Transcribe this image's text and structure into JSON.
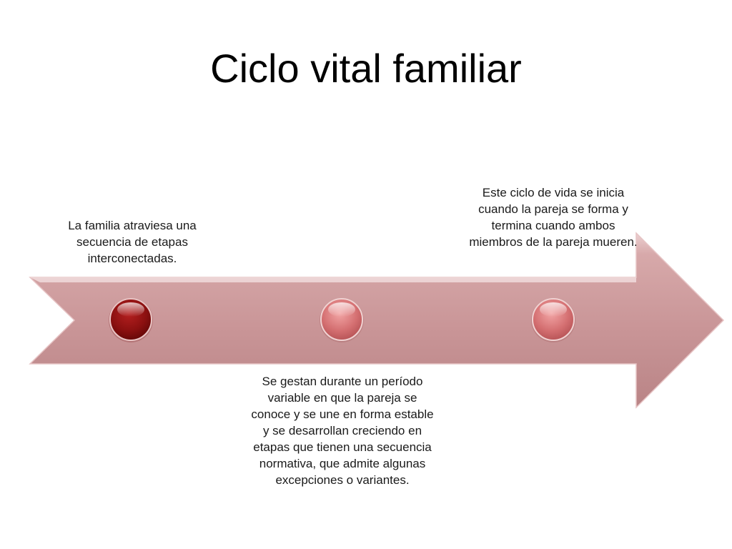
{
  "slide": {
    "title": "Ciclo vital familiar"
  },
  "diagram": {
    "type": "timeline-arrow",
    "colors": {
      "arrow_fill": "#c99597",
      "arrow_highlight": "#e8c4c5",
      "node_active": "#8b1010",
      "node_inactive": "#d46f71"
    },
    "nodes": [
      {
        "state": "active",
        "label": "La familia atraviesa una secuencia de etapas interconectadas.",
        "label_side": "above"
      },
      {
        "state": "inactive",
        "label": "Se gestan durante un período variable en que la pareja se conoce y se une en forma estable y se desarrollan creciendo en etapas que tienen una secuencia normativa, que admite algunas excepciones o variantes.",
        "label_side": "below"
      },
      {
        "state": "inactive",
        "label": "Este ciclo de vida se inicia cuando la pareja se forma y termina cuando ambos miembros de la pareja mueren.",
        "label_side": "above"
      }
    ]
  }
}
